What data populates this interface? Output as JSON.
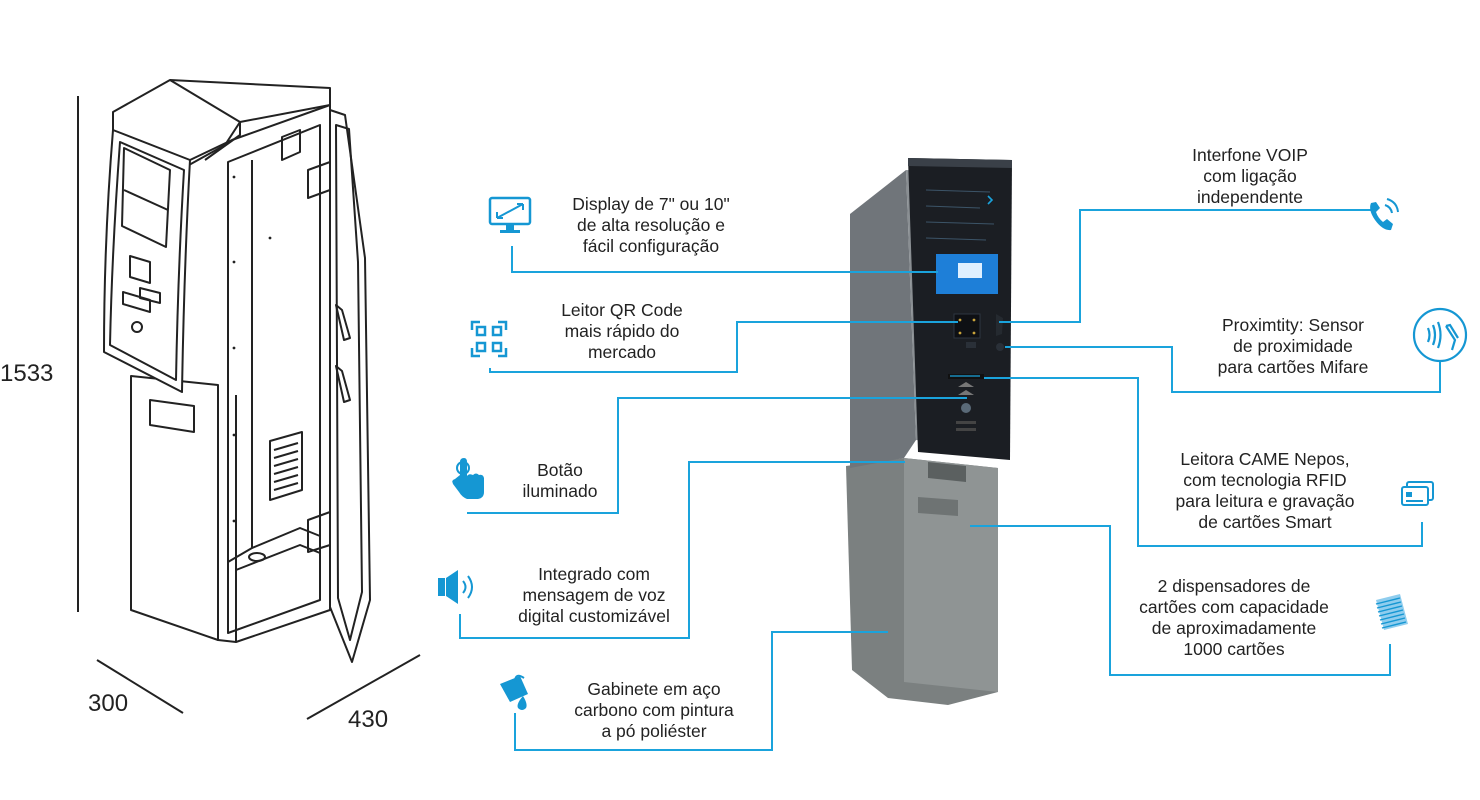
{
  "colors": {
    "accent": "#1aa3dc",
    "icon": "#1597d3",
    "drawing": "#222222",
    "kiosk_body": "#808585",
    "kiosk_panel": "#1c1f24"
  },
  "dimensions": {
    "height": "1533",
    "depth": "300",
    "width": "430"
  },
  "features": {
    "display": {
      "icon": "monitor-icon",
      "lines": [
        "Display de 7\" ou 10\"",
        "de alta resolução e",
        "fácil configuração"
      ]
    },
    "qr": {
      "icon": "qr-scan-icon",
      "lines": [
        "Leitor QR Code",
        "mais rápido do",
        "mercado"
      ]
    },
    "button": {
      "icon": "hand-press-icon",
      "lines": [
        "Botão",
        "iluminado"
      ]
    },
    "voice": {
      "icon": "speaker-icon",
      "lines": [
        "Integrado com",
        "mensagem de voz",
        "digital customizável"
      ]
    },
    "cabinet": {
      "icon": "paint-bucket-icon",
      "lines": [
        "Gabinete em aço",
        "carbono com pintura",
        "a pó poliéster"
      ]
    },
    "intercom": {
      "icon": "phone-icon",
      "lines": [
        "Interfone VOIP",
        "com ligação",
        "independente"
      ]
    },
    "proximity": {
      "icon": "contactless-icon",
      "lines": [
        "Proximtity: Sensor",
        "de proximidade",
        "para cartões Mifare"
      ]
    },
    "reader": {
      "icon": "card-reader-icon",
      "lines": [
        "Leitora CAME Nepos,",
        "com tecnologia RFID",
        "para leitura e gravação",
        "de cartões Smart"
      ]
    },
    "dispenser": {
      "icon": "card-stack-icon",
      "lines": [
        "2 dispensadores de",
        "cartões com capacidade",
        "de aproximadamente",
        "1000 cartões"
      ]
    }
  }
}
